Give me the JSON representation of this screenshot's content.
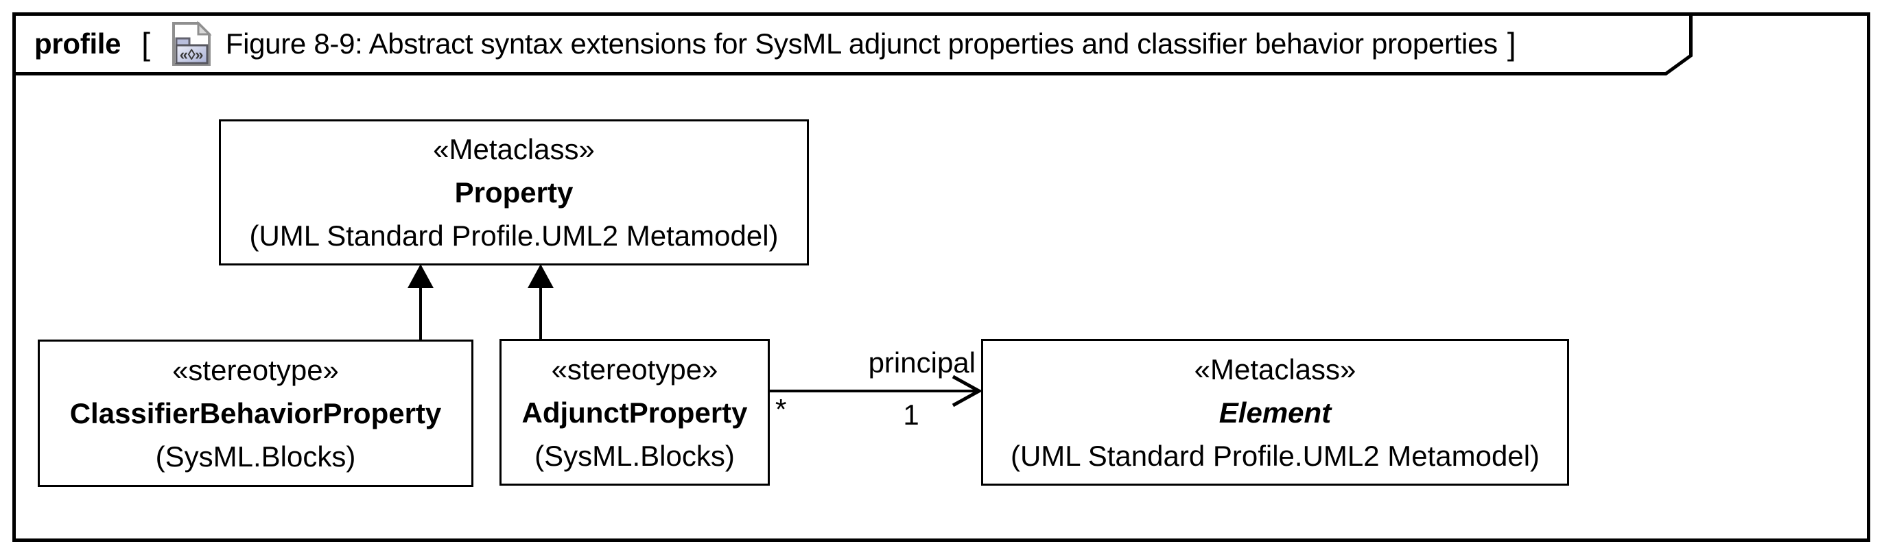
{
  "frame": {
    "kind_label": "profile",
    "bracket_open": "[",
    "bracket_close": "]",
    "title": "Figure 8-9: Abstract syntax extensions for SysML adjunct properties and classifier behavior properties",
    "diagram_icon_glyph": "«◊»"
  },
  "nodes": {
    "property": {
      "stereotype": "«Metaclass»",
      "name": "Property",
      "package": "(UML Standard Profile.UML2 Metamodel)"
    },
    "classifier_behavior_property": {
      "stereotype": "«stereotype»",
      "name": "ClassifierBehaviorProperty",
      "package": "(SysML.Blocks)"
    },
    "adjunct_property": {
      "stereotype": "«stereotype»",
      "name": "AdjunctProperty",
      "package": "(SysML.Blocks)"
    },
    "element": {
      "stereotype": "«Metaclass»",
      "name": "Element",
      "package": "(UML Standard Profile.UML2 Metamodel)",
      "abstract": "true"
    }
  },
  "edges": {
    "generalizations": [
      {
        "from": "ClassifierBehaviorProperty",
        "to": "Property",
        "arrowhead": "filled-triangle"
      },
      {
        "from": "AdjunctProperty",
        "to": "Property",
        "arrowhead": "filled-triangle"
      }
    ],
    "association": {
      "name_label": "principal",
      "source_multiplicity": "*",
      "target_multiplicity": "1",
      "from": "AdjunctProperty",
      "to": "Element",
      "arrowhead": "open"
    }
  },
  "colors": {
    "line": "#000000",
    "background": "#ffffff",
    "icon_border": "#8f8f8f",
    "icon_folder_fill": "#ccd2ea",
    "icon_folder_tab": "#b9bfdd",
    "icon_fold": "#d9d9d9"
  }
}
